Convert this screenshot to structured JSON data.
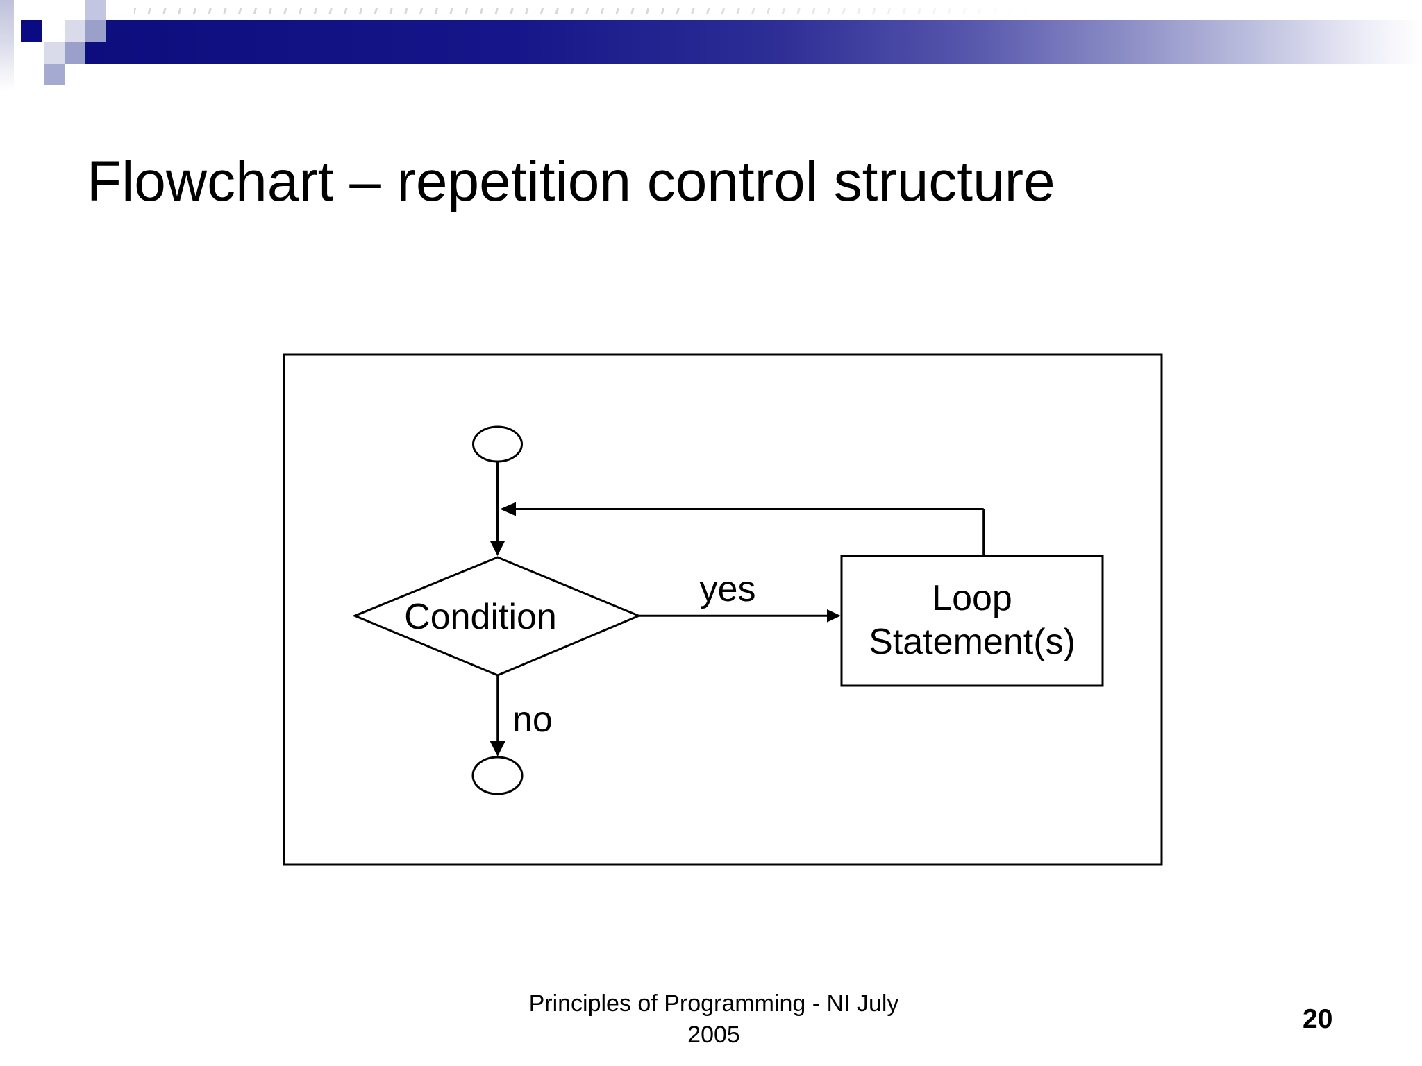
{
  "slide": {
    "title": "Flowchart – repetition control structure",
    "page_number": "20",
    "footer": {
      "line1": "Principles of Programming - NI July",
      "line2": "2005"
    }
  },
  "flowchart": {
    "condition_label": "Condition",
    "yes_label": "yes",
    "no_label": "no",
    "loop_box": {
      "line1": "Loop",
      "line2": "Statement(s)"
    }
  },
  "colors": {
    "bar_navy_dark": "#0d0d7e",
    "square_navy": "#0a0a82",
    "lavender_light": "#d9dbeb",
    "lavender_medium": "#9ba0cb",
    "lavender_soft": "#c3c6e2",
    "line_color": "#000000"
  }
}
